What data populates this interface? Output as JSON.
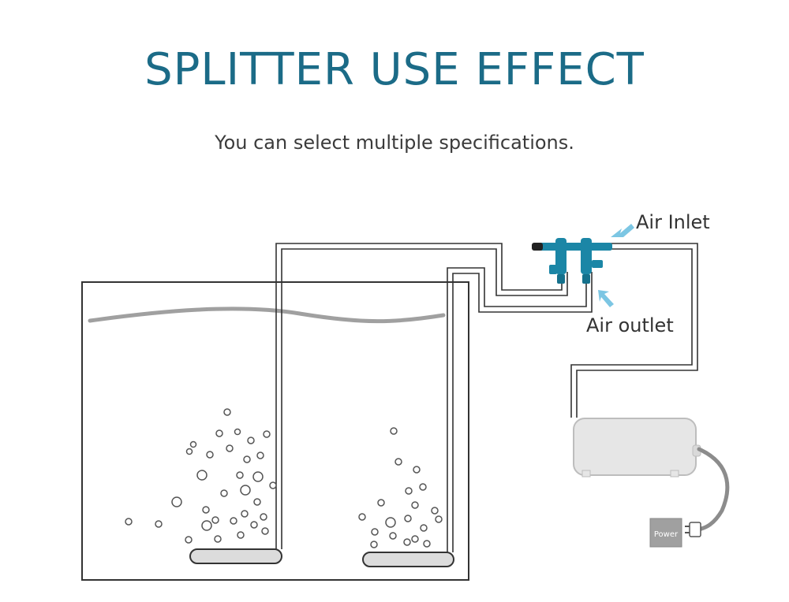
{
  "header": {
    "title": "SPLITTER USE EFFECT",
    "subtitle": "You can select multiple specifications."
  },
  "diagram": {
    "labels": {
      "air_inlet": "Air Inlet",
      "air_outlet": "Air outlet",
      "power": "Power"
    }
  },
  "colors": {
    "title": "#1b6b87",
    "splitter": "#1b86a6",
    "arrow": "#7cc6e3",
    "pump": "#e6e6e6",
    "pump_stroke": "#bdbdbd",
    "tank_stroke": "#333333"
  }
}
